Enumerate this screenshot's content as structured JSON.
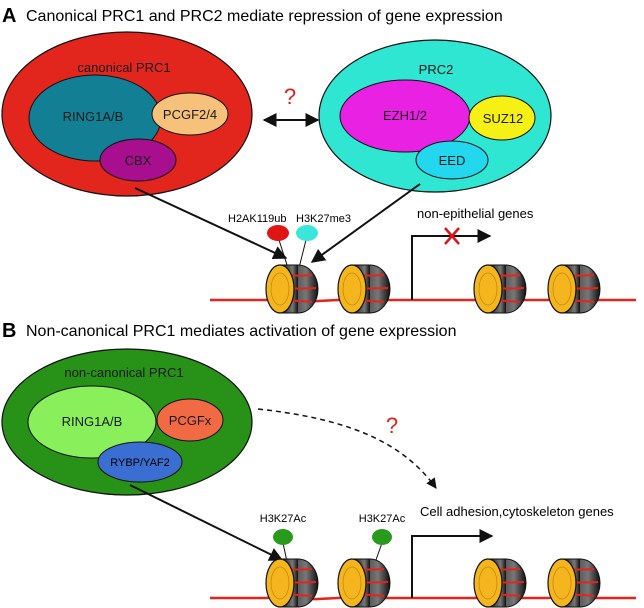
{
  "panel_a": {
    "letter": "A",
    "title": "Canonical PRC1 and PRC2 mediate repression of gene expression",
    "prc1": {
      "label": "canonical PRC1",
      "ring": "RING1A/B",
      "pcgf": "PCGF2/4",
      "cbx": "CBX"
    },
    "prc2": {
      "label": "PRC2",
      "ezh": "EZH1/2",
      "suz": "SUZ12",
      "eed": "EED"
    },
    "question_mark": "?",
    "mark_1": "H2AK119ub",
    "mark_2": "H3K27me3",
    "gene_label": "non-epithelial genes"
  },
  "panel_b": {
    "letter": "B",
    "title": "Non-canonical PRC1 mediates activation of gene expression",
    "prc1": {
      "label": "non-canonical PRC1",
      "ring": "RING1A/B",
      "pcgf": "PCGFx",
      "rybp": "RYBP/YAF2"
    },
    "question_mark": "?",
    "mark_1": "H3K27Ac",
    "mark_2": "H3K27Ac",
    "gene_label": "Cell adhesion,cytoskeleton genes"
  },
  "colors": {
    "canonical_prc1": "#e3261d",
    "ring1": "#137f95",
    "pcgf2_4": "#f6c27b",
    "cbx": "#a70f8e",
    "prc2": "#2fe6d2",
    "ezh": "#e821e3",
    "suz12": "#f6f014",
    "eed": "#23d7ee",
    "mark_red": "#e01515",
    "mark_cyan": "#39e6d9",
    "noncanonical_prc1": "#289118",
    "ring1_nc": "#89f05b",
    "pcgfx": "#f26a44",
    "rybp": "#3a6fd1",
    "mark_green": "#2a9a1c",
    "dna": "#e5241c",
    "nucleosome_core": "#f4b51e"
  }
}
